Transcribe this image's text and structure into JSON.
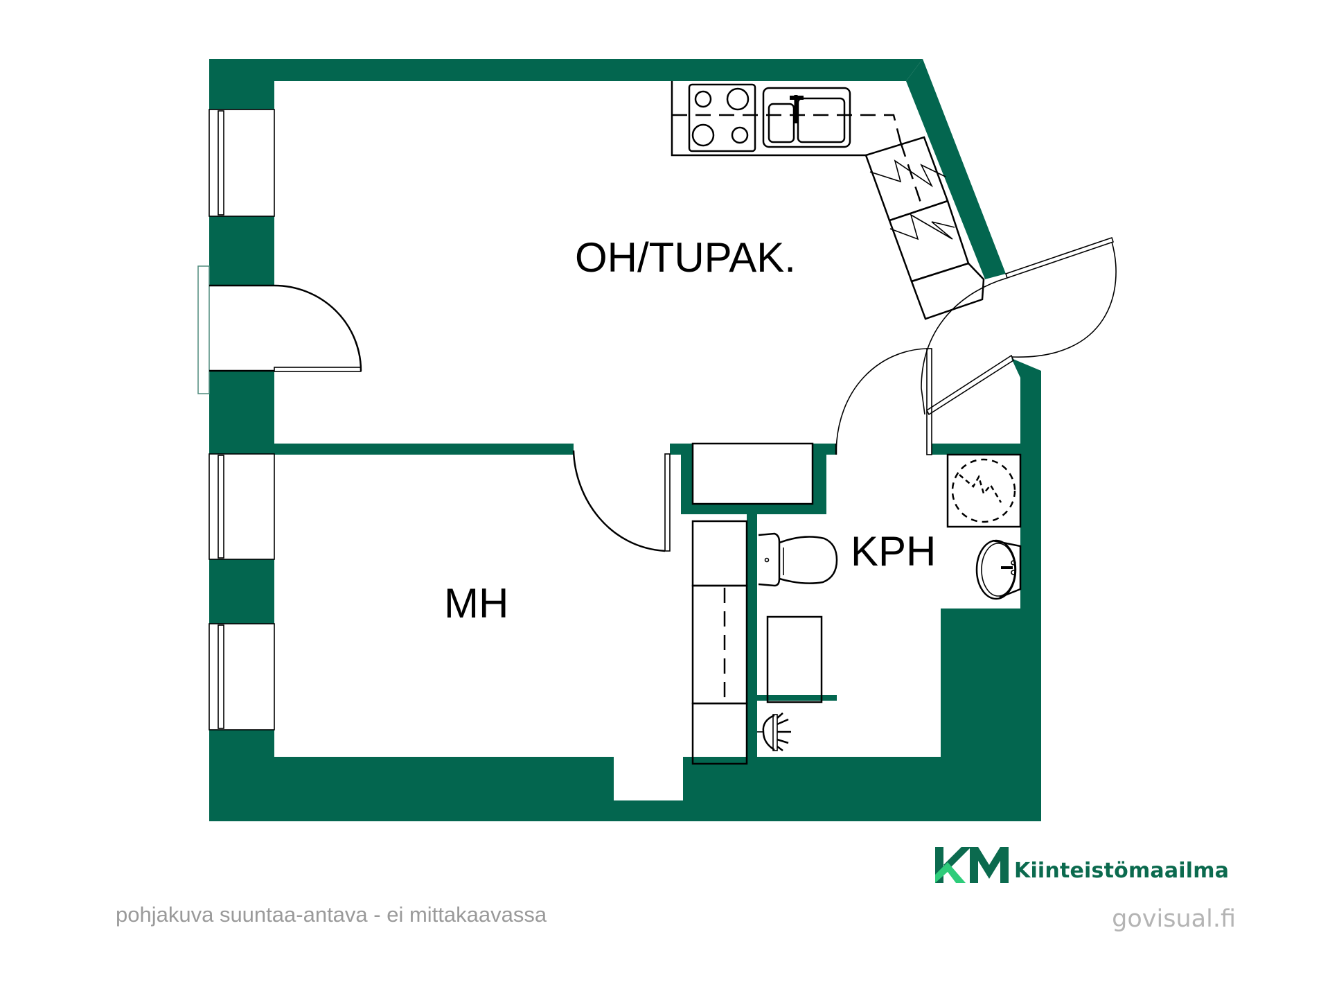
{
  "plan": {
    "rooms": [
      {
        "id": "living-kitchen",
        "label": "OH/TUPAK."
      },
      {
        "id": "bedroom",
        "label": "MH"
      },
      {
        "id": "bathroom",
        "label": "KPH"
      }
    ],
    "fixtures": [
      "stove-icon",
      "sink-icon",
      "fridge-icon",
      "freezer-icon",
      "toilet-icon",
      "washbasin-icon",
      "washing-machine-icon",
      "shower-icon",
      "wardrobe"
    ],
    "colors": {
      "wall": "#03664f",
      "brand_dark": "#0b6a4e",
      "brand_light": "#2ecc7a",
      "disclaimer": "#9a9a9a",
      "site": "#b4b4b4"
    }
  },
  "footer": {
    "disclaimer": "pohjakuva suuntaa-antava - ei mittakaavassa",
    "brand_logo": "KM",
    "brand_name": "Kiinteistömaailma",
    "site": "govisual.fi"
  }
}
